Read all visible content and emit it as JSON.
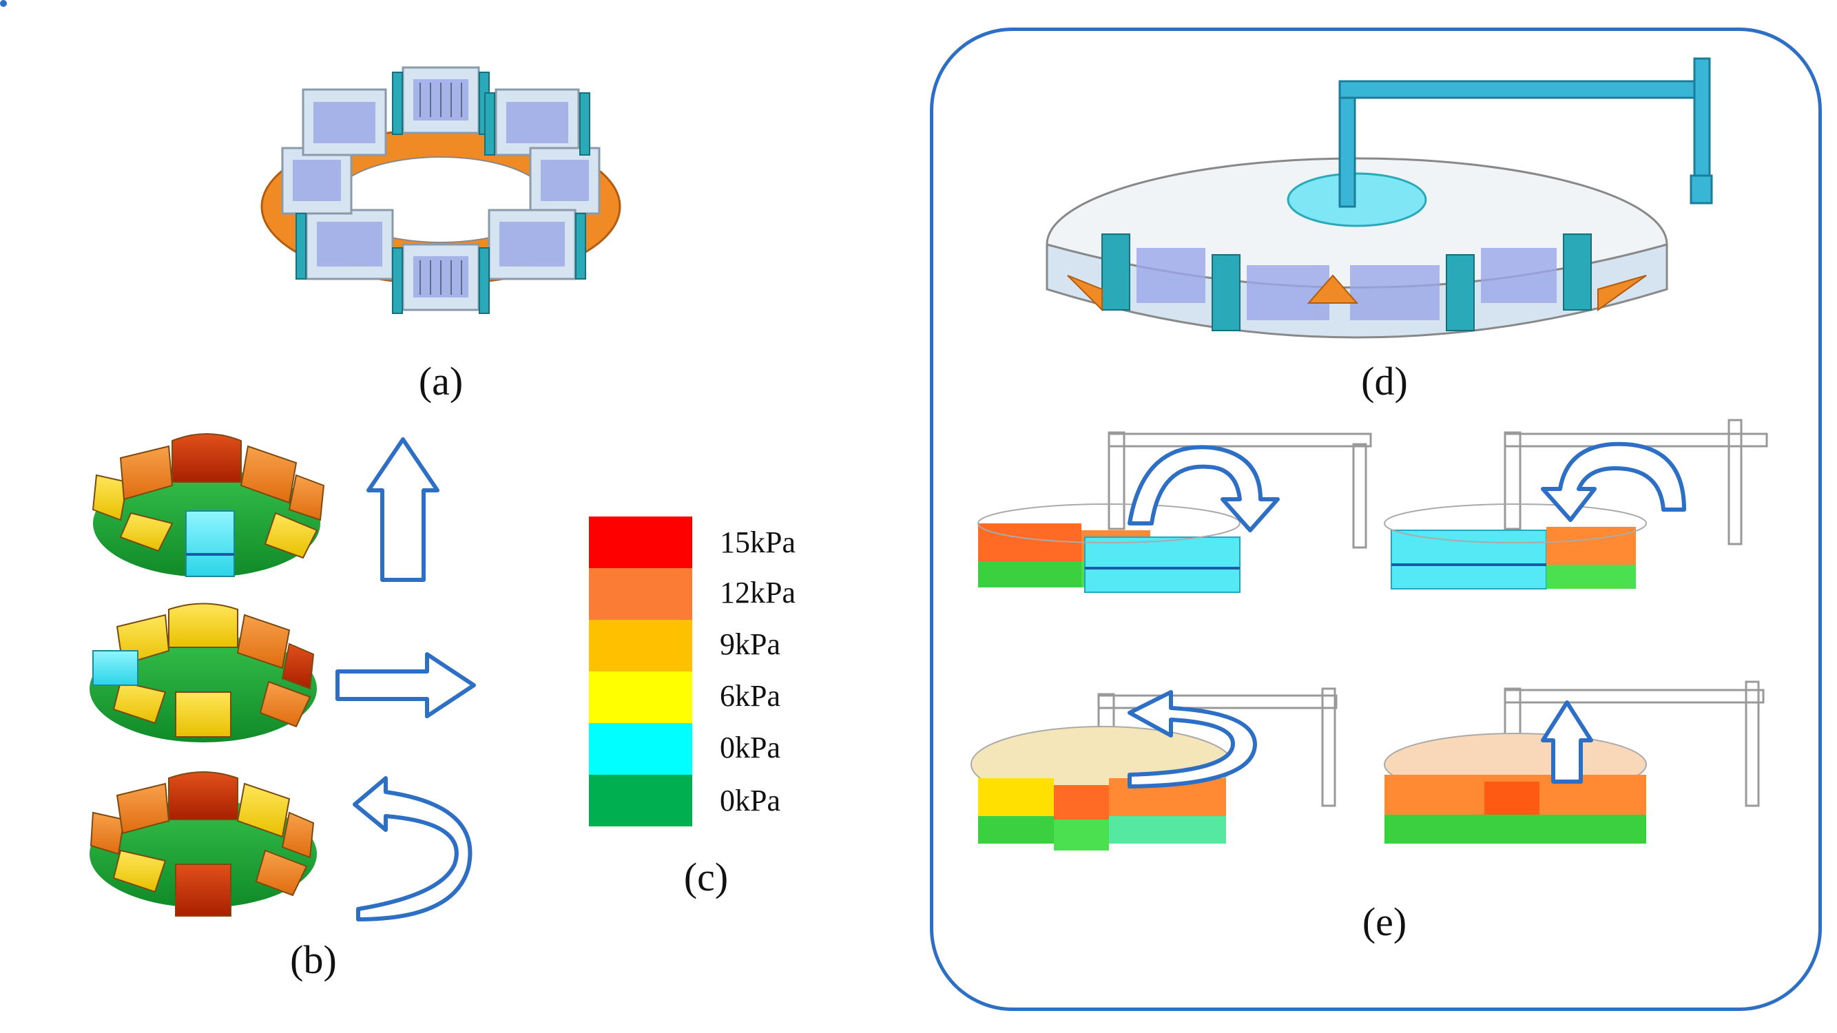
{
  "captions": {
    "a": "(a)",
    "b": "(b)",
    "c": "(c)",
    "d": "(d)",
    "e": "(e)"
  },
  "legend": {
    "items": [
      {
        "label": "15kPa",
        "color": "#ff0000"
      },
      {
        "label": "12kPa",
        "color": "#fb7d35"
      },
      {
        "label": "9kPa",
        "color": "#ffc000"
      },
      {
        "label": "6kPa",
        "color": "#ffff00"
      },
      {
        "label": "0kPa",
        "color": "#00ffff"
      },
      {
        "label": "0kPa",
        "color": "#00b050"
      }
    ]
  },
  "colors": {
    "frame": "#2e6fc6",
    "arrow": "#2e6fc6",
    "orange_base": "#f08a24",
    "teal_frame": "#2aa9b8",
    "actuator_blue": "#9aa7e8",
    "arm": "#39b5d6"
  }
}
